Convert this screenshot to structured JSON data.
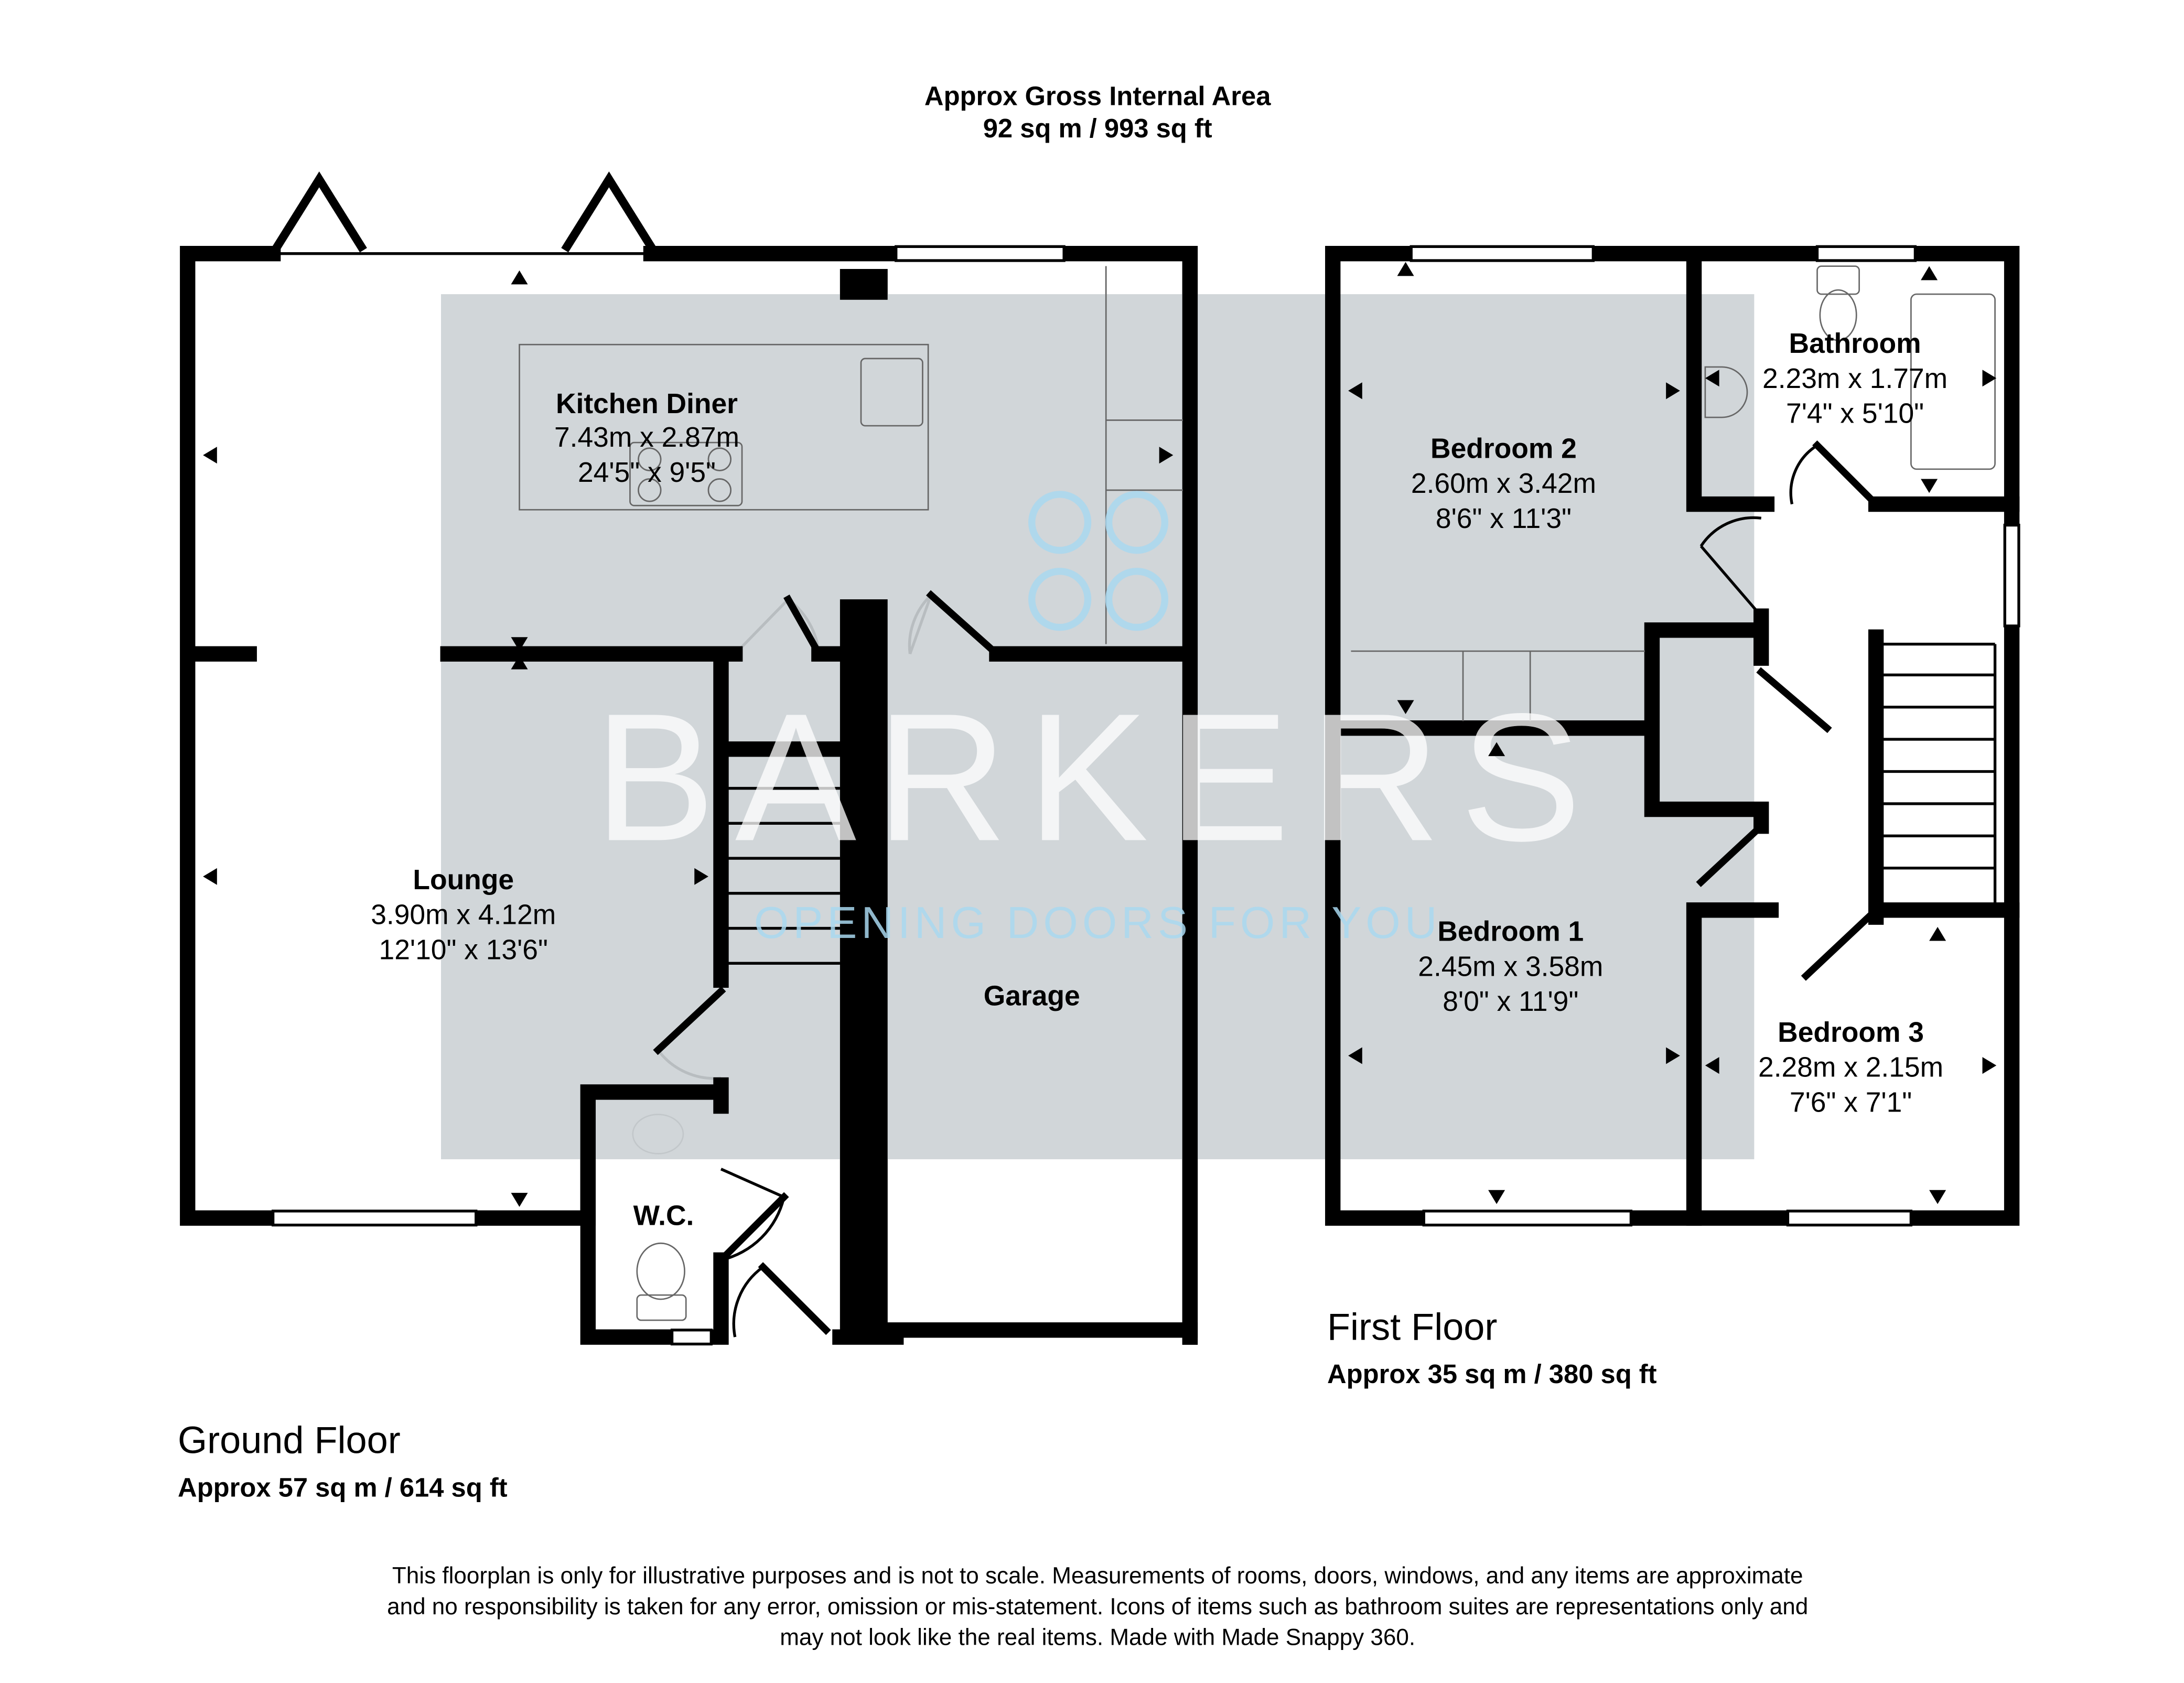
{
  "header": {
    "title": "Approx Gross Internal Area",
    "area": "92 sq m / 993 sq ft"
  },
  "watermark": {
    "brand": "BARKERS",
    "tagline": "OPENING DOORS FOR YOU"
  },
  "ground_floor": {
    "label": "Ground Floor",
    "area": "Approx 57 sq m / 614 sq ft",
    "rooms": [
      {
        "name": "Kitchen Diner",
        "metric": "7.43m x 2.87m",
        "imperial": "24'5\" x 9'5\""
      },
      {
        "name": "Lounge",
        "metric": "3.90m x 4.12m",
        "imperial": "12'10\" x 13'6\""
      },
      {
        "name": "Garage"
      },
      {
        "name": "W.C."
      }
    ]
  },
  "first_floor": {
    "label": "First Floor",
    "area": "Approx 35 sq m / 380 sq ft",
    "rooms": [
      {
        "name": "Bedroom 2",
        "metric": "2.60m x 3.42m",
        "imperial": "8'6\" x 11'3\""
      },
      {
        "name": "Bathroom",
        "metric": "2.23m x 1.77m",
        "imperial": "7'4\" x 5'10\""
      },
      {
        "name": "Bedroom 1",
        "metric": "2.45m x 3.58m",
        "imperial": "8'0\" x 11'9\""
      },
      {
        "name": "Bedroom 3",
        "metric": "2.28m x 2.15m",
        "imperial": "7'6\" x 7'1\""
      }
    ]
  },
  "disclaimer": [
    "This floorplan is only for illustrative purposes and is not to scale. Measurements of rooms, doors, windows, and any items are approximate",
    "and no responsibility is taken for any error, omission or mis-statement. Icons of items such as bathroom suites are representations only and",
    "may not look like the real items. Made with Made Snappy 360."
  ],
  "colors": {
    "overlay": "#ccd1d5",
    "brand_blue": "#a9d8f0",
    "wall": "#000000"
  }
}
